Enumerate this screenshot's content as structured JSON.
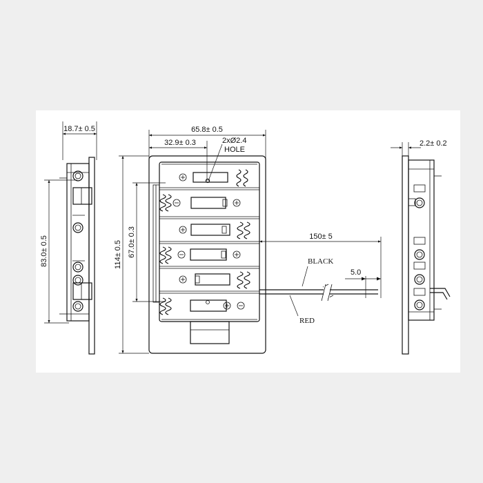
{
  "front_view": {
    "width_dim": "65.8± 0.5",
    "half_width_dim": "32.9± 0.3",
    "hole_qty": "2xØ2.4",
    "hole_label": "HOLE",
    "height_dim": "114± 0.5",
    "pitch_dim": "67.0± 0.3"
  },
  "left_side_view": {
    "thickness_dim": "18.7± 0.5",
    "mount_dim": "83.0± 0.5"
  },
  "wire_leads": {
    "length_dim": "150± 5",
    "strip_dim": "5.0",
    "black_label": "BLACK",
    "red_label": "RED"
  },
  "right_side_view": {
    "plate_dim": "2.2± 0.2"
  }
}
